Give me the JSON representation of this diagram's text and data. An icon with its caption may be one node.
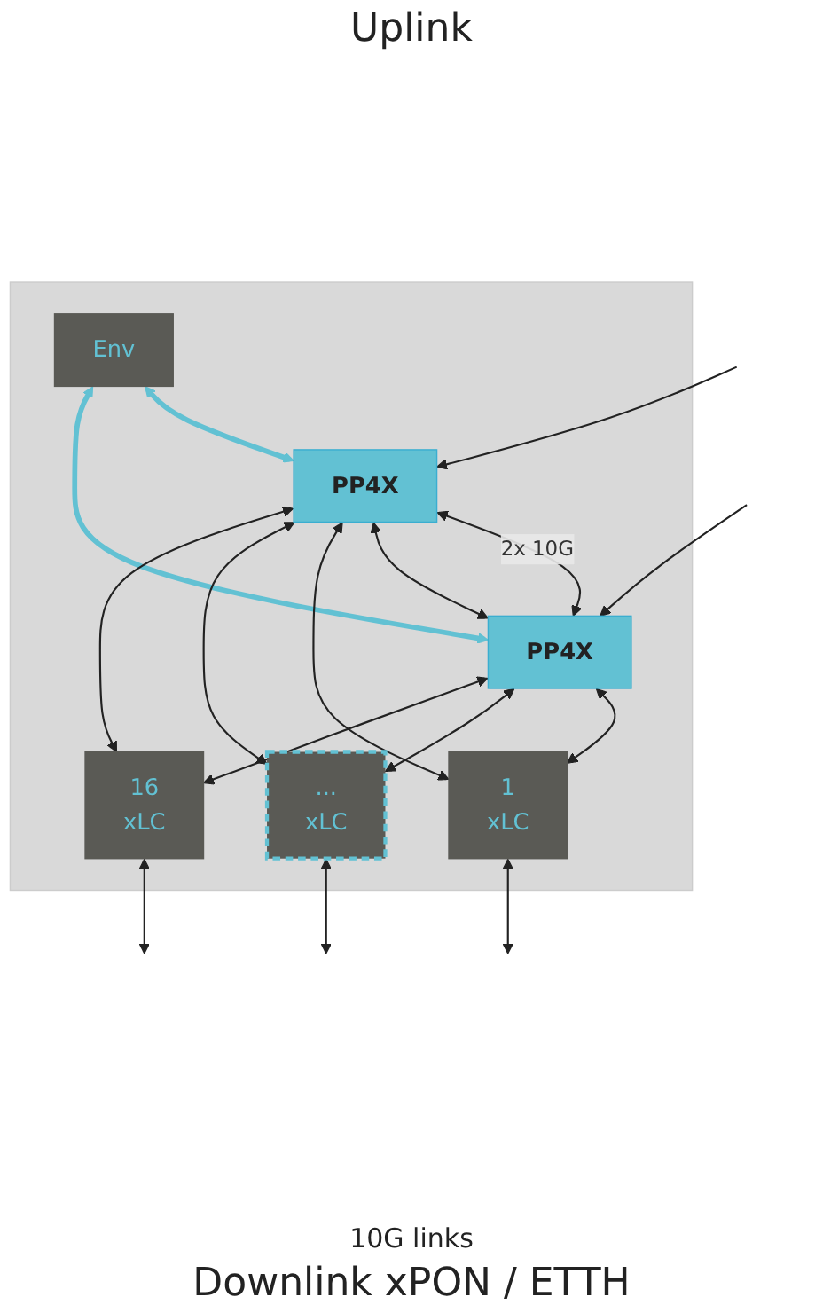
{
  "diagram": {
    "nodes": [
      {
        "text": [],
        "shape": "box"
      },
      {
        "text": [
          "Env"
        ],
        "in": 0
      },
      {
        "text": [
          "PP4X"
        ],
        "in": 0
      },
      {
        "text": [
          "PP4X"
        ],
        "in": 0
      },
      {
        "text": [
          "1",
          "xLC"
        ],
        "in": 0
      },
      {
        "text": [
          "...",
          "xLC"
        ],
        "in": 0
      },
      {
        "text": [
          "16",
          "xLC"
        ],
        "in": 0
      }
    ],
    "edges": [
      {
        "from": null,
        "to": 2,
        "arrow": "to"
      },
      {
        "from": null,
        "to": 3,
        "arrow": "to"
      },
      {
        "from": 1,
        "to": 2,
        "arrow": "both",
        "style": "thick",
        "color": "#62c1d3"
      },
      {
        "from": 1,
        "to": 3,
        "arrow": "both",
        "style": "thick",
        "color": "#62c1d3"
      },
      {
        "from": 2,
        "to": 3,
        "arrow": "both",
        "label": "2x 10G"
      },
      {
        "from": 2,
        "to": 3,
        "arrow": "both"
      },
      {
        "from": 2,
        "to": 4,
        "arrow": "both"
      },
      {
        "from": 2,
        "to": 5,
        "arrow": "both"
      },
      {
        "from": 2,
        "to": 6,
        "arrow": "both"
      },
      {
        "from": 3,
        "to": 4,
        "arrow": "both"
      },
      {
        "from": 3,
        "to": 5,
        "arrow": "both"
      },
      {
        "from": 3,
        "to": 6,
        "arrow": "both"
      },
      {
        "from": 4,
        "to": null,
        "arrow": "both"
      },
      {
        "from": 5,
        "to": null,
        "arrow": "both"
      },
      {
        "from": 6,
        "to": null,
        "arrow": "both"
      }
    ],
    "labels": [
      "Uplink",
      "10G links",
      "Downlink xPON / ETTH"
    ]
  }
}
